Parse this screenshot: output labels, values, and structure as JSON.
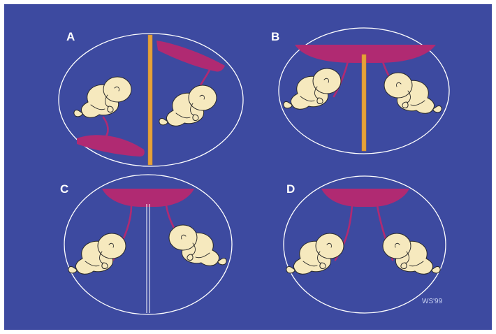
{
  "colors": {
    "background": "#3d4aa0",
    "placenta": "#b02a72",
    "fetus": "#f6e9be",
    "membrane": "#e6a23a",
    "sac_outline": "#ffffff"
  },
  "panels": [
    {
      "label": "A",
      "placentas": 2,
      "membrane": "thick"
    },
    {
      "label": "B",
      "placentas": 1,
      "membrane": "thick"
    },
    {
      "label": "C",
      "placentas": 1,
      "membrane": "thin"
    },
    {
      "label": "D",
      "placentas": 1,
      "membrane": "none"
    }
  ],
  "signature": "WS'99"
}
